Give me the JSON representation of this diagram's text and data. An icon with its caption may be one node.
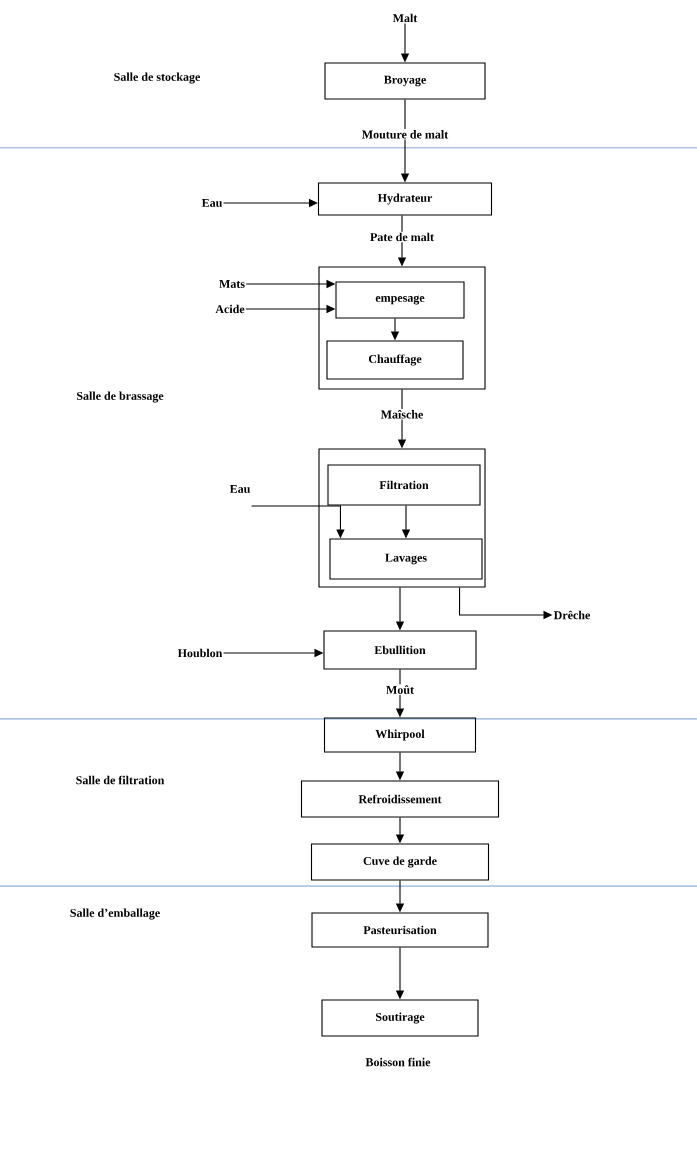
{
  "diagram": {
    "nodes": [
      {
        "text": [
          "Malt"
        ]
      },
      {
        "text": [
          "Broyage"
        ]
      },
      {
        "text": [
          "Eau"
        ]
      },
      {
        "text": [
          "Hydrateur"
        ]
      },
      {
        "text": [],
        "shape": "box"
      },
      {
        "text": [
          "Mats"
        ]
      },
      {
        "text": [
          "Acide"
        ]
      },
      {
        "text": [
          "empesage"
        ],
        "in": 4
      },
      {
        "text": [
          "Chauffage"
        ],
        "in": 4
      },
      {
        "text": [
          "Eau"
        ]
      },
      {
        "text": [],
        "shape": "box"
      },
      {
        "text": [
          "Filtration"
        ],
        "in": 10
      },
      {
        "text": [
          "Lavages"
        ],
        "in": 10
      },
      {
        "text": [
          "Drêche"
        ]
      },
      {
        "text": [
          "Houblon"
        ]
      },
      {
        "text": [
          "Ebullition"
        ]
      },
      {
        "text": [
          "Whirpool"
        ]
      },
      {
        "text": [
          "Refroidissement"
        ]
      },
      {
        "text": [
          "Cuve de garde"
        ]
      },
      {
        "text": [
          "Pasteurisation"
        ]
      },
      {
        "text": [
          "Soutirage"
        ]
      }
    ],
    "edges": [
      {
        "from": 0,
        "to": 1,
        "arrow": "to"
      },
      {
        "from": 1,
        "to": 3,
        "arrow": "to",
        "label": "Mouture de malt"
      },
      {
        "from": 2,
        "to": 3,
        "arrow": "to"
      },
      {
        "from": 3,
        "to": 4,
        "arrow": "to",
        "label": "Pate de malt"
      },
      {
        "from": 5,
        "to": 7,
        "arrow": "to"
      },
      {
        "from": 6,
        "to": 7,
        "arrow": "to"
      },
      {
        "from": 7,
        "to": 8,
        "arrow": "to"
      },
      {
        "from": 4,
        "to": 10,
        "arrow": "to",
        "label": "Maîsche"
      },
      {
        "from": 9,
        "to": 12,
        "arrow": "to"
      },
      {
        "from": 11,
        "to": 12,
        "arrow": "to"
      },
      {
        "from": 10,
        "to": 15,
        "arrow": "to"
      },
      {
        "from": 10,
        "to": 13,
        "arrow": "to"
      },
      {
        "from": 14,
        "to": 15,
        "arrow": "to"
      },
      {
        "from": 15,
        "to": 16,
        "arrow": "to",
        "label": "Moût"
      },
      {
        "from": 16,
        "to": 17,
        "arrow": "to"
      },
      {
        "from": 17,
        "to": 18,
        "arrow": "to"
      },
      {
        "from": 18,
        "to": 19,
        "arrow": "to"
      },
      {
        "from": 19,
        "to": 20,
        "arrow": "to"
      }
    ],
    "labels": [
      "Salle de stockage",
      "Salle de brassage",
      "Salle de filtration",
      "Salle d’emballage",
      "Boisson finie"
    ]
  }
}
